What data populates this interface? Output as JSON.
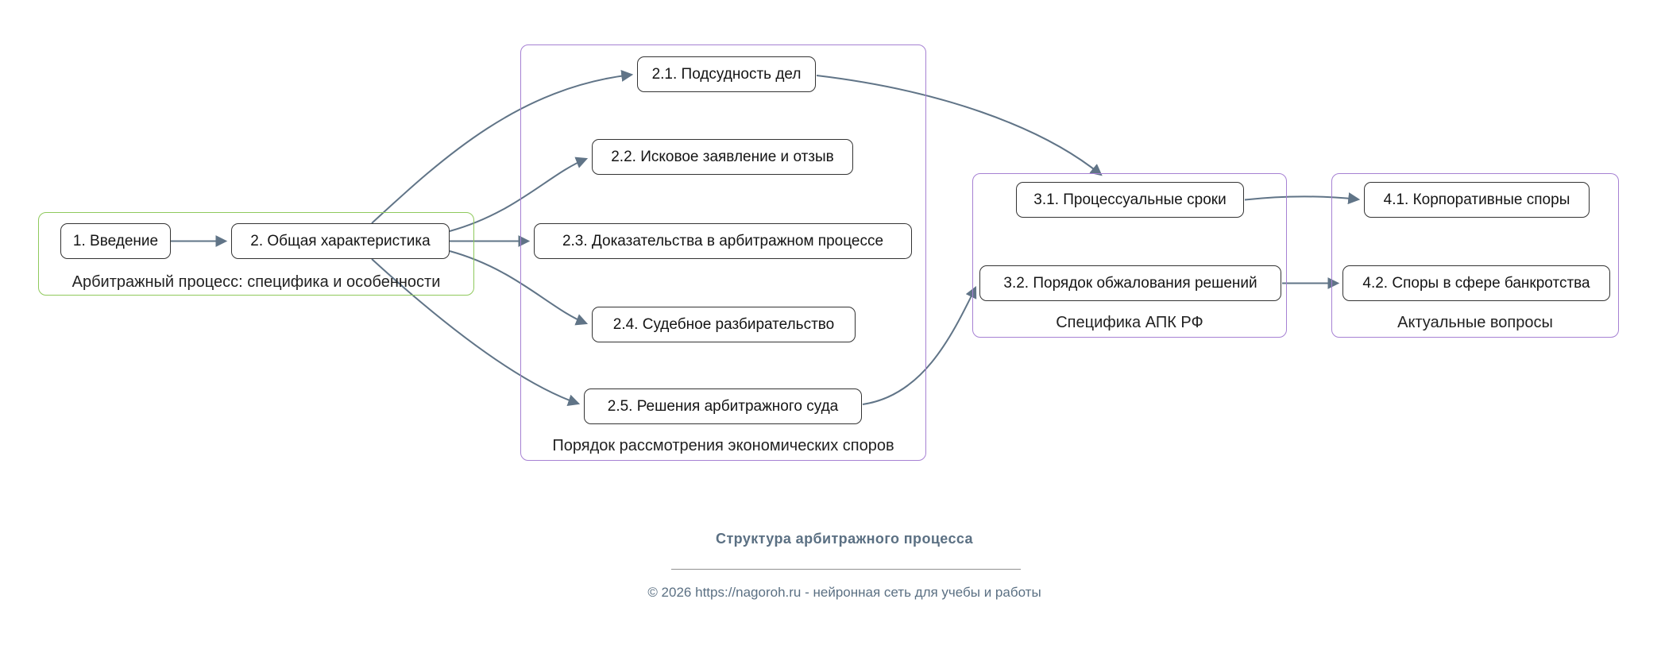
{
  "colors": {
    "background": "#ffffff",
    "node_border": "#333333",
    "green_group_border": "#8fc95c",
    "purple_group_border": "#a681d3",
    "edge": "#607487",
    "footer_text": "#5b7083"
  },
  "groups": {
    "g1": {
      "label": "Арбитражный процесс: специфика и особенности"
    },
    "g2": {
      "label": "Порядок рассмотрения экономических споров"
    },
    "g3": {
      "label": "Специфика АПК РФ"
    },
    "g4": {
      "label": "Актуальные вопросы"
    }
  },
  "nodes": {
    "intro": {
      "label": "1. Введение"
    },
    "general": {
      "label": "2. Общая характеристика"
    },
    "n2_1": {
      "label": "2.1. Подсудность дел"
    },
    "n2_2": {
      "label": "2.2. Исковое заявление и отзыв"
    },
    "n2_3": {
      "label": "2.3. Доказательства в арбитражном процессе"
    },
    "n2_4": {
      "label": "2.4. Судебное разбирательство"
    },
    "n2_5": {
      "label": "2.5. Решения арбитражного суда"
    },
    "n3_1": {
      "label": "3.1. Процессуальные сроки"
    },
    "n3_2": {
      "label": "3.2. Порядок обжалования решений"
    },
    "n4_1": {
      "label": "4.1. Корпоративные споры"
    },
    "n4_2": {
      "label": "4.2. Споры в сфере банкротства"
    }
  },
  "edges": [
    {
      "from": "intro",
      "to": "general"
    },
    {
      "from": "general",
      "to": "n2_1"
    },
    {
      "from": "general",
      "to": "n2_2"
    },
    {
      "from": "general",
      "to": "n2_3"
    },
    {
      "from": "general",
      "to": "n2_4"
    },
    {
      "from": "general",
      "to": "n2_5"
    },
    {
      "from": "n2_1",
      "to": "n3_1"
    },
    {
      "from": "n2_5",
      "to": "n3_2"
    },
    {
      "from": "n3_1",
      "to": "n4_1"
    },
    {
      "from": "n3_2",
      "to": "n4_2"
    }
  ],
  "footer": {
    "title": "Структура арбитражного процесса",
    "copyright_prefix": "© 2026 ",
    "link": "https://nagoroh.ru",
    "copyright_suffix": " - нейронная сеть для учебы и работы"
  }
}
